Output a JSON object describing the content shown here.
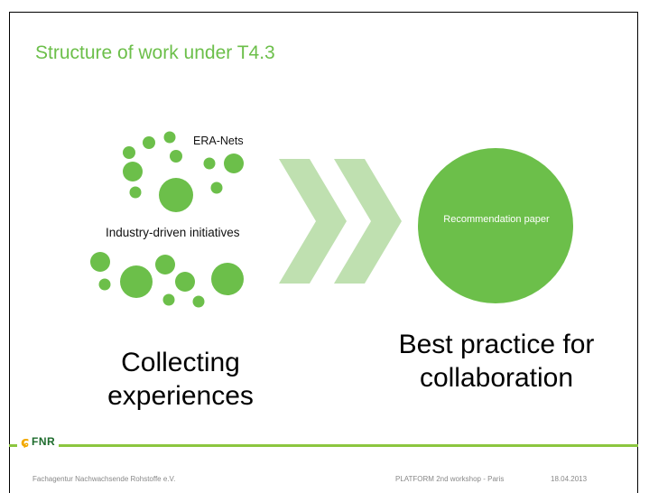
{
  "slide": {
    "title": "Structure of work under T4.3",
    "labels": {
      "era_nets": "ERA-Nets",
      "industry": "Industry-driven initiatives",
      "recommendation": "Recommendation paper",
      "collecting": "Collecting experiences",
      "best_practice": "Best practice for collaboration"
    }
  },
  "footer": {
    "logo_text": "FNR",
    "organisation": "Fachagentur Nachwachsende Rohstoffe e.V.",
    "event": "PLATFORM 2nd workshop - Paris",
    "date": "18.04.2013"
  },
  "colors": {
    "accent_green": "#6cbf4a",
    "chevron_green": "#bfe0b0",
    "logo_orange": "#f2a900",
    "logo_dark_green": "#1d6b2c"
  }
}
